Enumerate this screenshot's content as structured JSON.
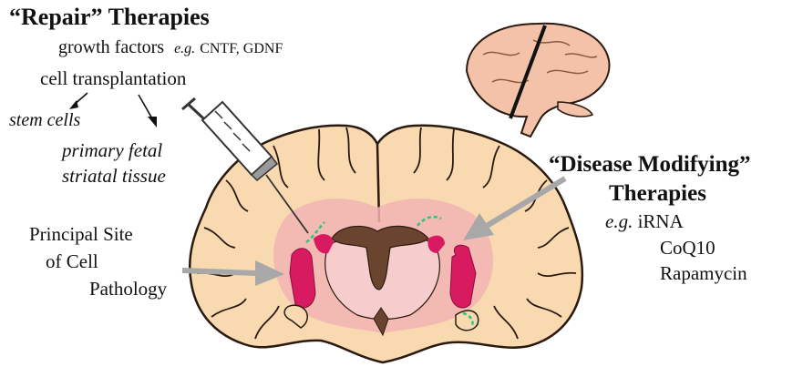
{
  "repair": {
    "title": "“Repair” Therapies",
    "growth_factors": "growth factors",
    "growth_eg": "e.g.",
    "growth_examples": "CNTF, GDNF",
    "cell_transplantation": "cell transplantation",
    "stem_cells": "stem cells",
    "fetal_line1": "primary fetal",
    "fetal_line2": "striatal tissue"
  },
  "pathology": {
    "line1": "Principal Site",
    "line2": "of Cell",
    "line3": "Pathology"
  },
  "disease_modifying": {
    "title_line1": "“Disease Modifying”",
    "title_line2": "Therapies",
    "eg": "e.g.",
    "item1": "iRNA",
    "item2": "CoQ10",
    "item3": "Rapamycin"
  },
  "colors": {
    "brain_tissue": "#f8d9b0",
    "brain_outline": "#2a1a10",
    "grey_matter": "#f2b4b4",
    "striatum": "#d81b60",
    "ventricle": "#6b4430",
    "needle_trace": "#2ec27e",
    "arrow_grey": "#a8a8a8"
  }
}
